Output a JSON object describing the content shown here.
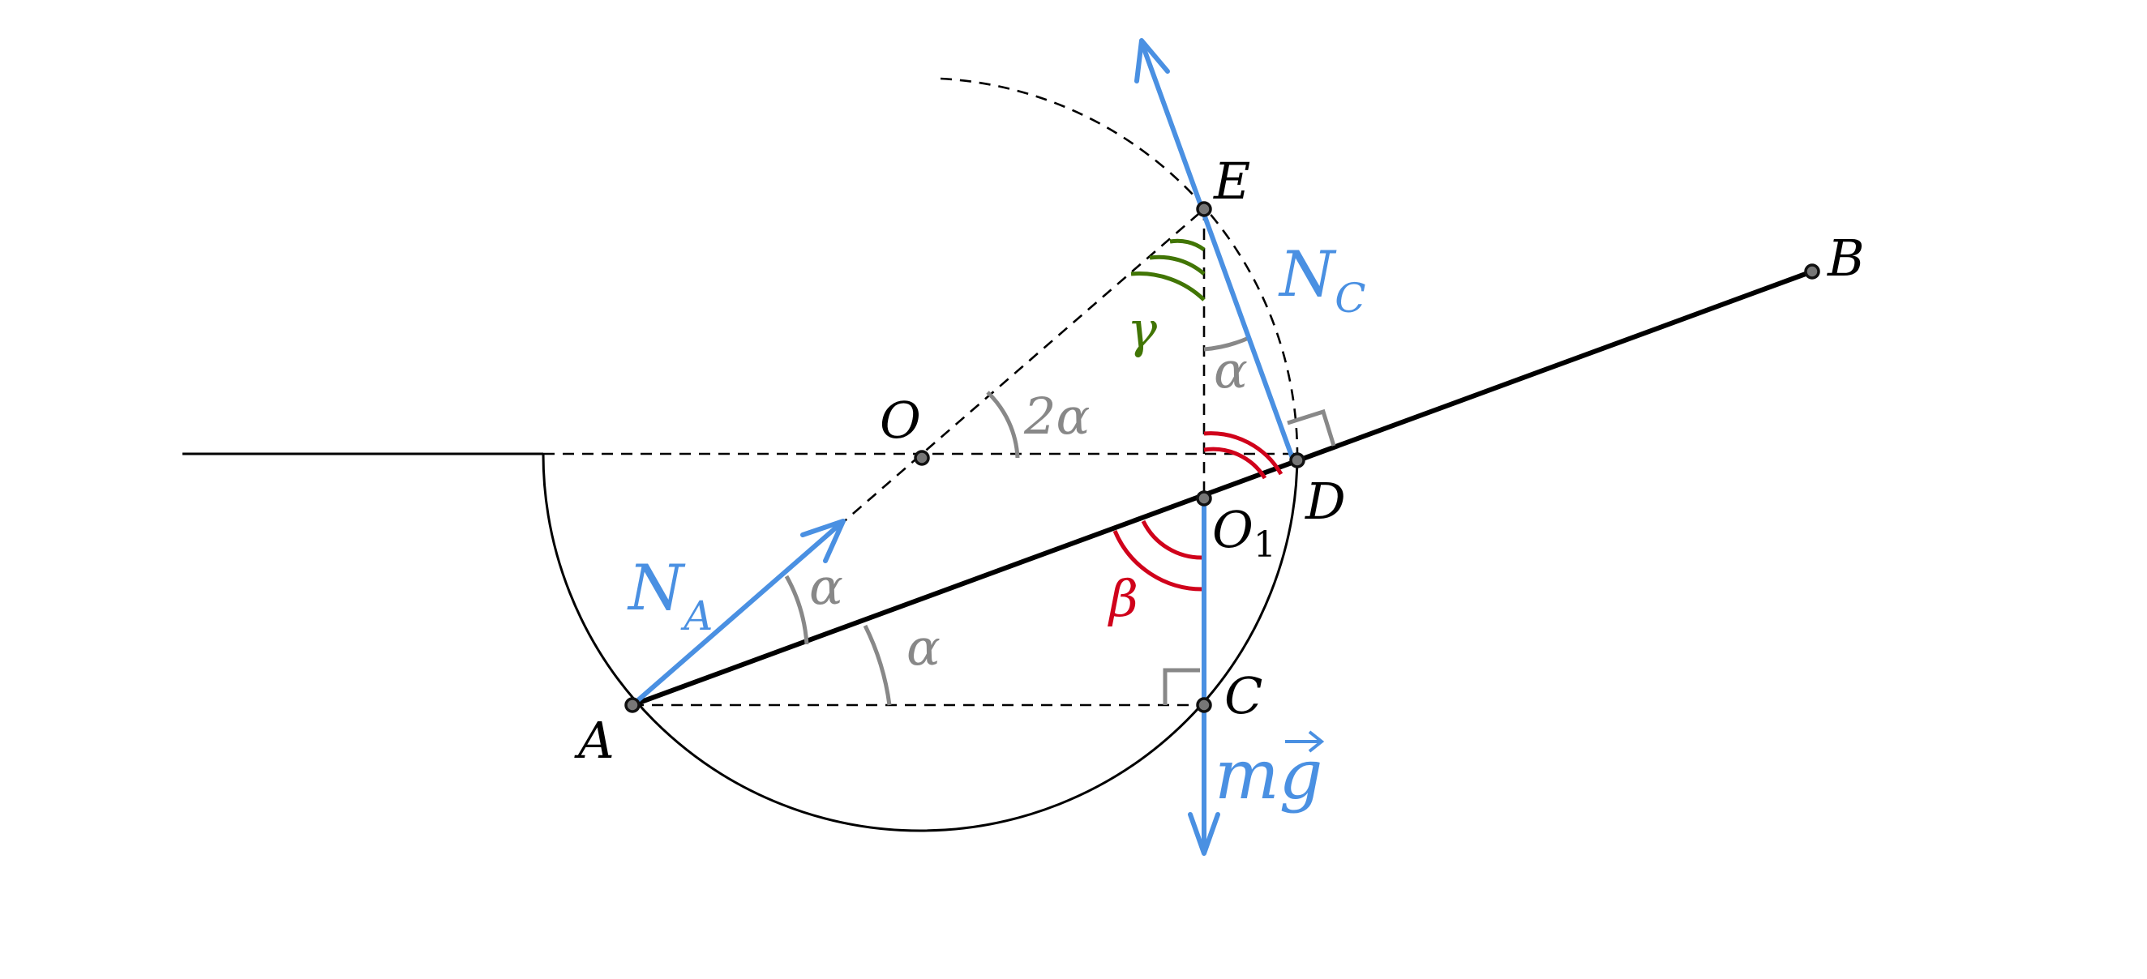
{
  "points": {
    "A": "A",
    "B": "B",
    "C": "C",
    "D": "D",
    "E": "E",
    "O": "O",
    "O1_base": "O",
    "O1_sub": "1"
  },
  "forces": {
    "normal_A_base": "N",
    "normal_A_sub": "A",
    "normal_C_base": "N",
    "normal_C_sub": "C",
    "gravity": "mg"
  },
  "angles": {
    "alpha_wall": "α",
    "alpha_base": "α",
    "alpha_E": "α",
    "two_alpha": "2α",
    "beta": "β",
    "gamma": "γ"
  },
  "colors": {
    "force": "#4a90e2",
    "angle_alpha": "#888888",
    "angle_beta": "#d0021b",
    "angle_gamma": "#417505",
    "geometry": "#000000"
  }
}
